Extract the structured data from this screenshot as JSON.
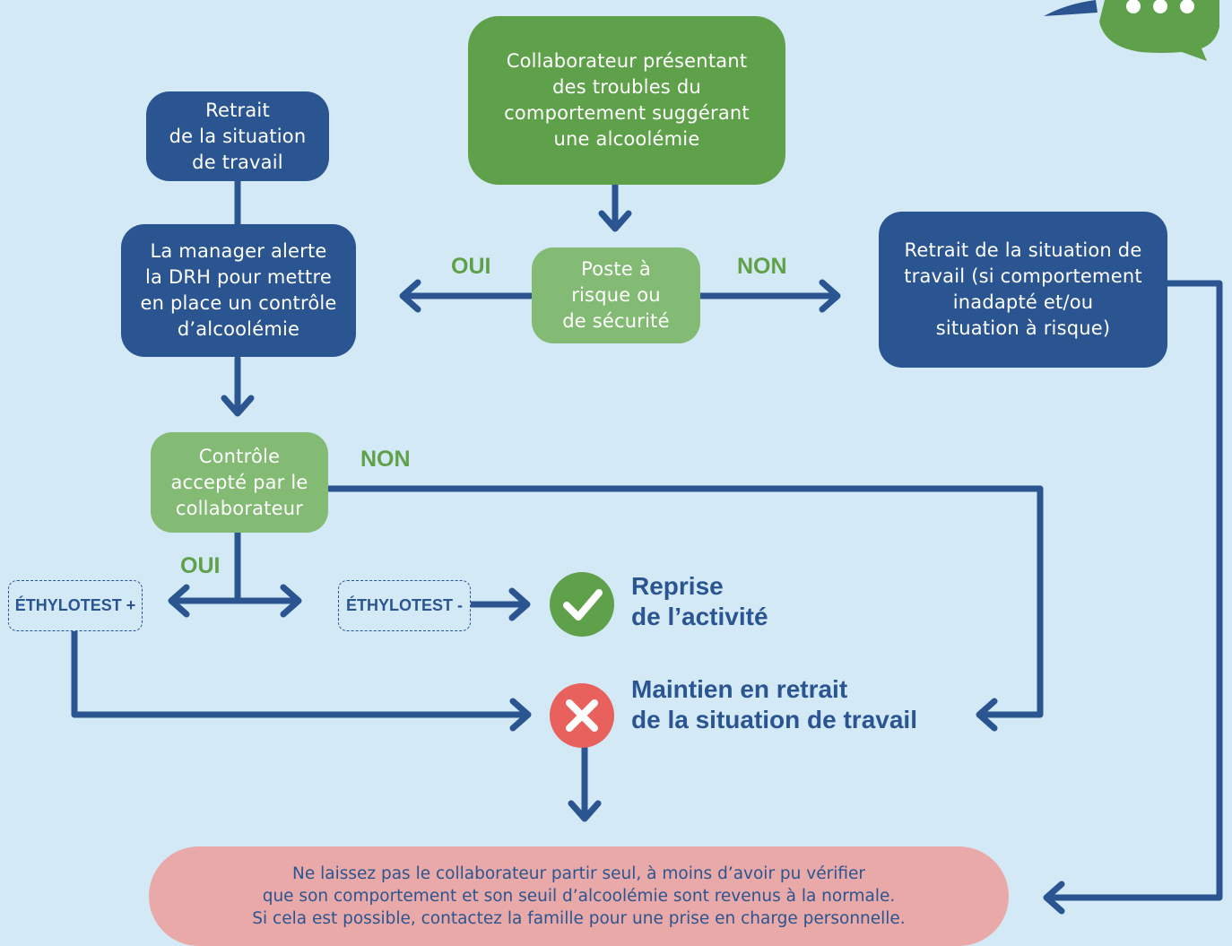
{
  "boxes": {
    "start": "Collaborateur présentant\ndes troubles du\ncomportement suggérant\nune alcoolémie",
    "poste": "Poste à\nrisque ou\nde sécurité",
    "retrait_left": "Retrait\nde la situation\nde travail",
    "manager": "La manager alerte\nla DRH pour mettre\nen place un contrôle\nd’alcoolémie",
    "retrait_right": "Retrait de la situation de\ntravail (si comportement\ninadapté et/ou\nsituation à risque)",
    "controle": "Contrôle\naccepté par le\ncollaborateur"
  },
  "labels": {
    "oui_top": "OUI",
    "non_top": "NON",
    "non_mid": "NON",
    "oui_mid": "OUI"
  },
  "tests": {
    "plus": "ÉTHYLOTEST +",
    "minus": "ÉTHYLOTEST -"
  },
  "outcomes": {
    "reprise": "Reprise\nde l’activité",
    "maintien": "Maintien en retrait\nde la situation de travail"
  },
  "note": {
    "line1": "Ne laissez pas le collaborateur partir seul, à moins d’avoir pu vérifier",
    "line2": "que son comportement et son seuil d’alcoolémie sont revenus à la normale.",
    "line3": "Si cela est possible, contactez la famille pour une prise en charge personnelle."
  },
  "colors": {
    "background": "#d3e9f6",
    "dark_blue": "#2b5590",
    "green": "#5fa14a",
    "light_green": "#83bb74",
    "check_green": "#5fa14a",
    "cross_red": "#e8615c",
    "note_pink": "#e9a9a8"
  },
  "icons": [
    "speech-bubble-icon",
    "check-circle-icon",
    "cross-circle-icon"
  ]
}
